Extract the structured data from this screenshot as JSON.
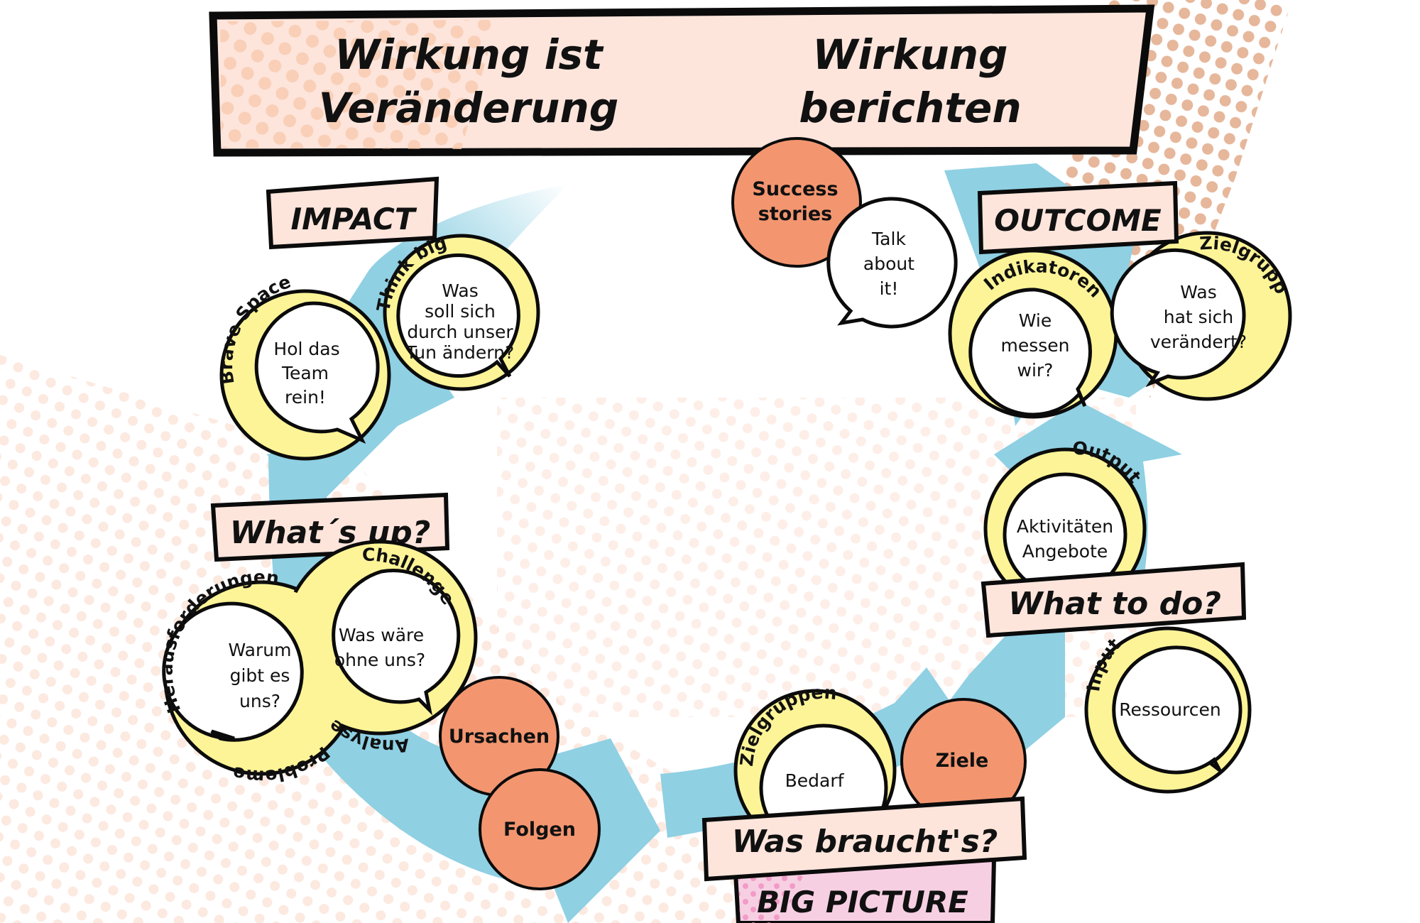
{
  "colors": {
    "arrow": "#8fd0e3",
    "label_fill": "#fde5dc",
    "ring_fill": "#fdf497",
    "orange_fill": "#f39670",
    "big_picture_fill": "#f7cfe3",
    "dot_color": "#f4c4ad",
    "dot_dark": "#e4b496",
    "outline": "#0b0b0b"
  },
  "header": {
    "left_line1": "Wirkung ist",
    "left_line2": "Veränderung",
    "right_line1": "Wirkung",
    "right_line2": "berichten"
  },
  "stages": {
    "impact": {
      "label": "IMPACT",
      "bubbles": [
        {
          "ring": "Brave Space",
          "lines": [
            "Hol das",
            "Team",
            "rein!"
          ]
        },
        {
          "ring": "Think big",
          "lines": [
            "Was",
            "soll sich",
            "durch unser",
            "Tun ändern?"
          ]
        }
      ]
    },
    "whats_up": {
      "label": "What´s up?",
      "bubbles": [
        {
          "ring_top": "Herausforderungen",
          "ring_bottom": "Probleme",
          "lines": [
            "Warum",
            "gibt es",
            "uns?"
          ]
        },
        {
          "ring_top": "Challenge",
          "ring_bottom": "Analyse",
          "lines": [
            "Was wäre",
            "ohne uns?"
          ]
        }
      ],
      "circles": [
        "Ursachen",
        "Folgen"
      ]
    },
    "was_brauchts": {
      "label": "Was braucht's?",
      "sublabel": "BIG PICTURE",
      "bubble": {
        "ring": "Zielgruppen",
        "lines": [
          "Bedarf"
        ]
      },
      "circle": "Ziele"
    },
    "what_to_do": {
      "label": "What to do?",
      "bubbles": [
        {
          "ring": "Output",
          "lines": [
            "Aktivitäten",
            "Angebote"
          ]
        },
        {
          "ring": "Input",
          "lines": [
            "Ressourcen"
          ]
        }
      ]
    },
    "outcome": {
      "label": "OUTCOME",
      "bubbles": [
        {
          "ring": "Indikatoren",
          "lines": [
            "Wie",
            "messen",
            "wir?"
          ]
        },
        {
          "ring": "Zielgruppe",
          "lines": [
            "Was",
            "hat sich",
            "verändert?"
          ]
        }
      ]
    },
    "report": {
      "circle": [
        "Success",
        "stories"
      ],
      "bubble": [
        "Talk",
        "about",
        "it!"
      ]
    }
  }
}
